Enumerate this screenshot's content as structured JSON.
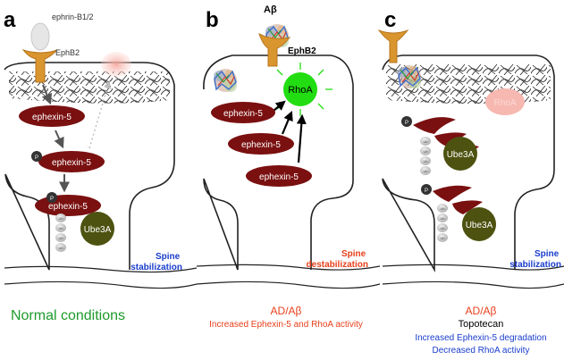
{
  "panels": {
    "a": {
      "letter": "a",
      "ligand_label": "ephrin-B1/2",
      "receptor_label": "EphB2",
      "ephexin_labels": [
        "ephexin-5",
        "ephexin-5",
        "ephexin-5"
      ],
      "ube3a_label": "Ube3A",
      "p_label": "P",
      "ub_label": "Ub",
      "outcome": "Spine\nstabilization",
      "caption_lines": [
        "Normal conditions"
      ]
    },
    "b": {
      "letter": "b",
      "abeta_label": "Aβ",
      "receptor_label": "EphB2",
      "rhoa_label": "RhoA",
      "ephexin_labels": [
        "ephexin-5",
        "ephexin-5",
        "ephexin-5"
      ],
      "outcome": "Spine\ndestabilization",
      "caption_lines": [
        "AD/Aβ",
        "Increased Ephexin-5 and RhoA activity"
      ]
    },
    "c": {
      "letter": "c",
      "rhoa_label": "RhoA",
      "ube3a_labels": [
        "Ube3A",
        "Ube3A"
      ],
      "p_label": "P",
      "ub_label": "Ub",
      "outcome": "Spine\nstabilization",
      "caption_lines": [
        "AD/Aβ",
        "Topotecan",
        "Increased Ephexin-5 degradation",
        "Decreased RhoA activity"
      ]
    }
  },
  "colors": {
    "ephexin": "#7a1010",
    "ube3a": "#4d5210",
    "rhoa": "#22dd11",
    "rhoa_faded": "#f6b8b0",
    "receptor": "#d9962f",
    "blue_text": "#1a3dcc",
    "red_text": "#e8401c",
    "green_text": "#1e9a2a",
    "spine_outline": "#222222"
  }
}
